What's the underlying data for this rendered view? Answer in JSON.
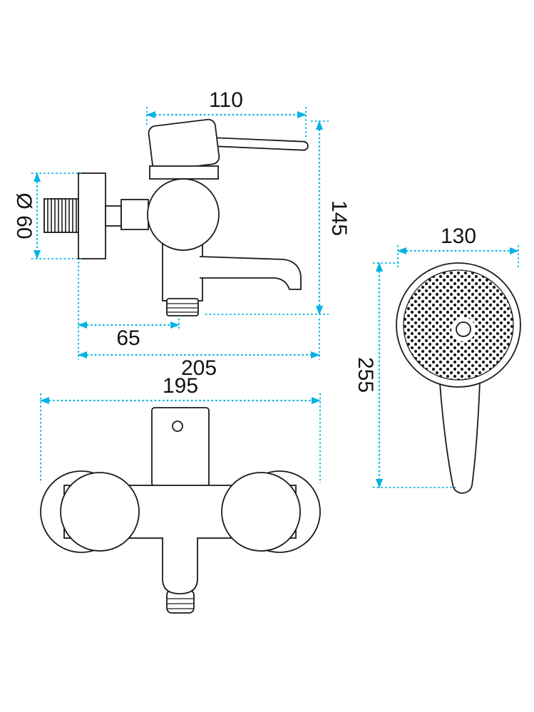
{
  "colors": {
    "dimension_line": "#00b3e3",
    "drawing_line": "#1b1b1b"
  },
  "dimensions": {
    "mixer_side_view": {
      "top_width": "110",
      "height": "145",
      "inlet_diameter": "Ø 60",
      "spout_projection": "65",
      "total_depth": "205"
    },
    "mixer_front_view": {
      "width": "195"
    },
    "hand_shower": {
      "head_diameter": "130",
      "length": "255"
    }
  }
}
